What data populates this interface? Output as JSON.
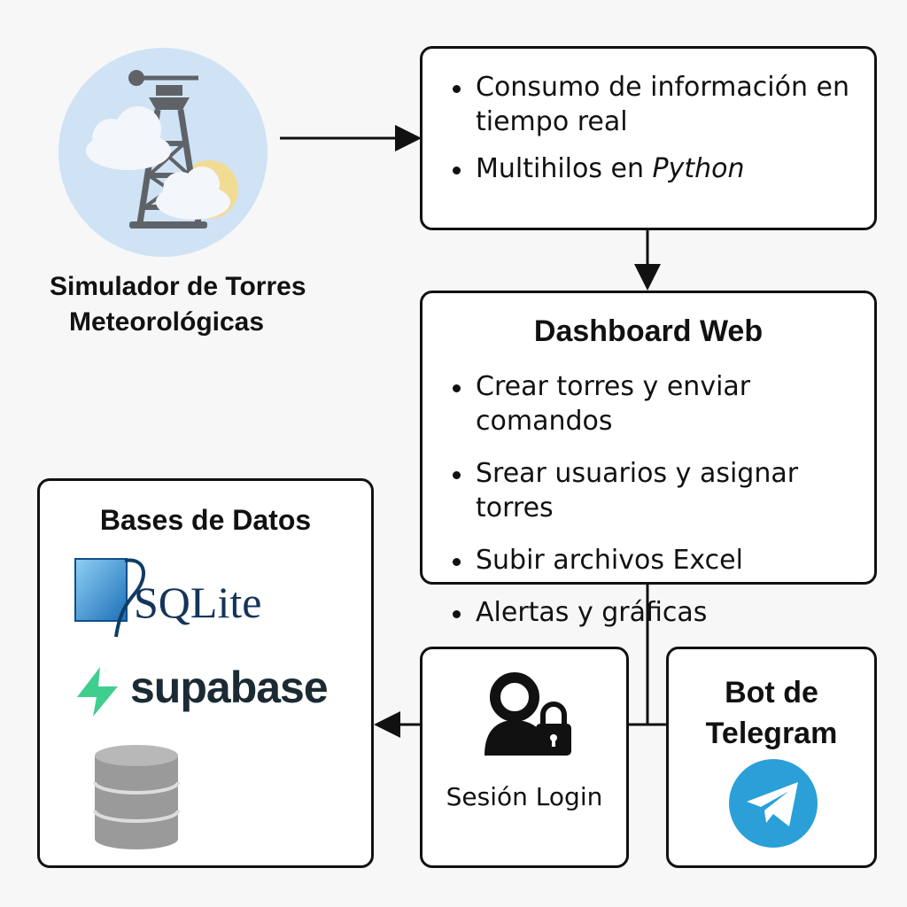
{
  "simulator": {
    "caption_line1": "Simulador de Torres",
    "caption_line2": "Meteorológicas"
  },
  "features_box": {
    "items": [
      "Consumo de información en",
      "tiempo real",
      "Multihilos en ",
      "Python"
    ]
  },
  "dashboard": {
    "title": "Dashboard Web",
    "items": [
      "Crear torres y enviar comandos",
      "Srear usuarios y asignar torres",
      "Subir archivos Excel",
      "Alertas y gráficas"
    ]
  },
  "databases": {
    "title": "Bases de Datos",
    "sqlite_label": "SQLite",
    "supabase_label": "supabase"
  },
  "login": {
    "label": "Sesión Login"
  },
  "telegram": {
    "title_line1": "Bot de",
    "title_line2": "Telegram"
  },
  "colors": {
    "circle_bg": "#cfe3f5",
    "sun": "#f2dc94",
    "tower": "#5f6368",
    "telegram_blue": "#2a9fd8",
    "supabase_green": "#3ecf8e",
    "sqlite_blue": "#1c6fb8",
    "db_gray": "#9a9a9a"
  }
}
